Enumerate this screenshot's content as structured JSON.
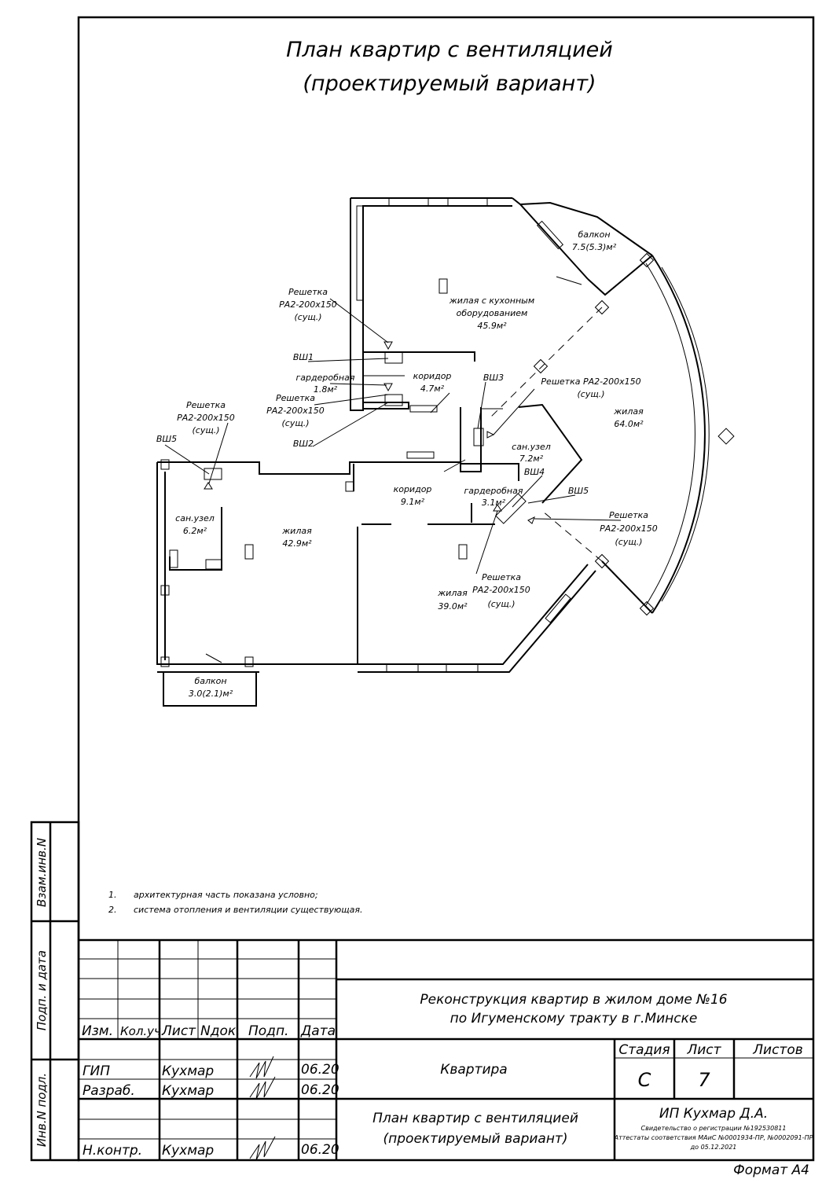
{
  "title": {
    "line1": "План квартир с вентиляцией",
    "line2": "(проектируемый вариант)"
  },
  "rooms": [
    {
      "id": "balcony-top",
      "name": "балкон",
      "area": "7.5(5.3)м²"
    },
    {
      "id": "living-kitchen",
      "name": "жилая с кухонным оборудованием",
      "name_l1": "жилая с кухонным",
      "name_l2": "оборудованием",
      "area": "45.9м²"
    },
    {
      "id": "corridor-top",
      "name": "коридор",
      "area": "4.7м²"
    },
    {
      "id": "wardrobe-top",
      "name": "гардеробная",
      "area": "1.8м²"
    },
    {
      "id": "living-big",
      "name": "жилая",
      "area": "64.0м²"
    },
    {
      "id": "bath-right",
      "name": "сан.узел",
      "area": "7.2м²"
    },
    {
      "id": "wardrobe-right",
      "name": "гардеробная",
      "area": "3.1м²"
    },
    {
      "id": "corridor-mid",
      "name": "коридор",
      "area": "9.1м²"
    },
    {
      "id": "bath-left",
      "name": "сан.узел",
      "area": "6.2м²"
    },
    {
      "id": "living-left",
      "name": "жилая",
      "area": "42.9м²"
    },
    {
      "id": "living-bottom",
      "name": "жилая",
      "area": "39.0м²"
    },
    {
      "id": "balcony-bottom",
      "name": "балкон",
      "area": "3.0(2.1)м²"
    }
  ],
  "callouts": {
    "grille_name": "Решетка",
    "grille_model": "РА2-200х150",
    "grille_inline": "Решетка РА2-200х150",
    "existing": "(сущ.)",
    "shafts": [
      "ВШ1",
      "ВШ2",
      "ВШ3",
      "ВШ4",
      "ВШ5"
    ]
  },
  "notes": [
    {
      "num": "1.",
      "text": "архитектурная часть показана условно;"
    },
    {
      "num": "2.",
      "text": "система отопления и вентиляции существующая."
    }
  ],
  "side_labels": {
    "vzam": "Взам.инв.N",
    "podp": "Подп. и дата",
    "inv": "Инв.N подл."
  },
  "stamp": {
    "headers": {
      "izm": "Изм.",
      "kolch": "Кол.уч.",
      "list": "Лист",
      "ndok": "Nдок.",
      "podp": "Подп.",
      "data": "Дата"
    },
    "project_line1": "Реконструкция квартир в жилом доме №16",
    "project_line2": "по Игуменскому тракту в г.Минске",
    "object": "Квартира",
    "sheet_title_line1": "План квартир с вентиляцией",
    "sheet_title_line2": "(проектируемый вариант)",
    "stage_header": "Стадия",
    "list_header": "Лист",
    "lists_header": "Листов",
    "stage": "С",
    "sheet": "7",
    "sheets": "",
    "rows": [
      {
        "role": "ГИП",
        "name": "Кухмар",
        "date": "06.20"
      },
      {
        "role": "Разраб.",
        "name": "Кухмар",
        "date": "06.20"
      },
      {
        "role": "Н.контр.",
        "name": "Кухмар",
        "date": "06.20"
      }
    ],
    "company": "ИП Кухмар Д.А.",
    "cert1": "Свидетельство о регистрации №192530811",
    "cert2": "Аттестаты соответствия МАиС №0001934-ПР, №0002091-ПР",
    "cert3": "до 05.12.2021"
  },
  "format": "Формат А4"
}
